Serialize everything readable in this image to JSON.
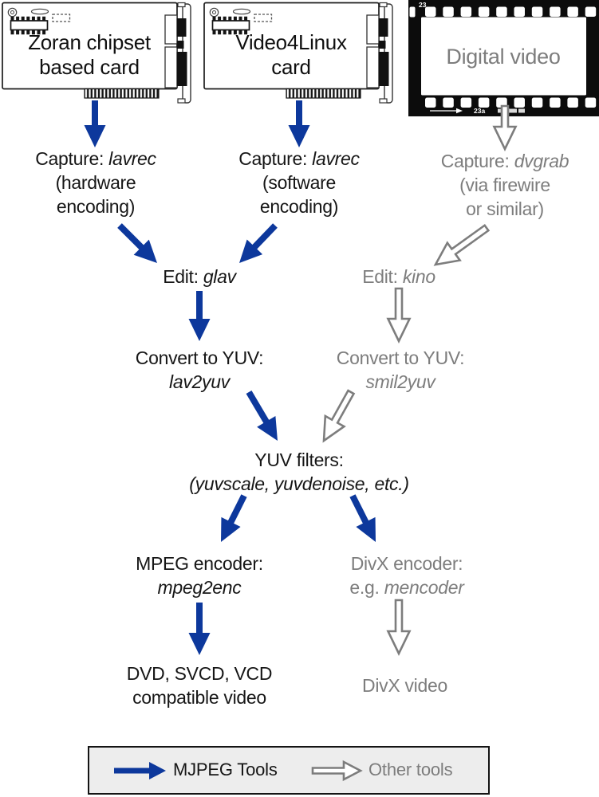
{
  "colors": {
    "mjpeg_blue": "#0d389c",
    "other_tools_gray": "#7d7d7d",
    "text_black": "#161616",
    "legend_background": "#ededed",
    "film_black": "#0c0c0c"
  },
  "sources": {
    "zoran_card": {
      "line1": "Zoran chipset",
      "line2": "based card"
    },
    "video4linux_card": {
      "line1": "Video4Linux",
      "line2": "card"
    },
    "digital_video": {
      "label": "Digital video",
      "film_marking_top": "23",
      "film_marking_bottom": "23a"
    }
  },
  "steps": {
    "capture_zoran": {
      "prefix": "Capture:",
      "tool": "lavrec",
      "note1": "(hardware",
      "note2": "encoding)"
    },
    "capture_v4l": {
      "prefix": "Capture:",
      "tool": "lavrec",
      "note1": "(software",
      "note2": "encoding)"
    },
    "capture_dv": {
      "prefix": "Capture:",
      "tool": "dvgrab",
      "note1": "(via firewire",
      "note2": "or similar)"
    },
    "edit_glav": {
      "prefix": "Edit:",
      "tool": "glav"
    },
    "edit_kino": {
      "prefix": "Edit:",
      "tool": "kino"
    },
    "convert_lav": {
      "line1": "Convert to YUV:",
      "tool": "lav2yuv"
    },
    "convert_smil": {
      "line1": "Convert to YUV:",
      "tool": "smil2yuv"
    },
    "yuv_filters": {
      "line1": "YUV filters:",
      "line2": "(yuvscale, yuvdenoise, etc.)"
    },
    "mpeg_encoder": {
      "line1": "MPEG encoder:",
      "tool": "mpeg2enc"
    },
    "divx_encoder": {
      "line1": "DivX encoder:",
      "prefix2": "e.g.",
      "tool": "mencoder"
    },
    "dvd_output": {
      "line1": "DVD, SVCD, VCD",
      "line2": "compatible video"
    },
    "divx_output": {
      "label": "DivX video"
    }
  },
  "legend": {
    "mjpeg_label": "MJPEG Tools",
    "other_label": "Other tools"
  }
}
